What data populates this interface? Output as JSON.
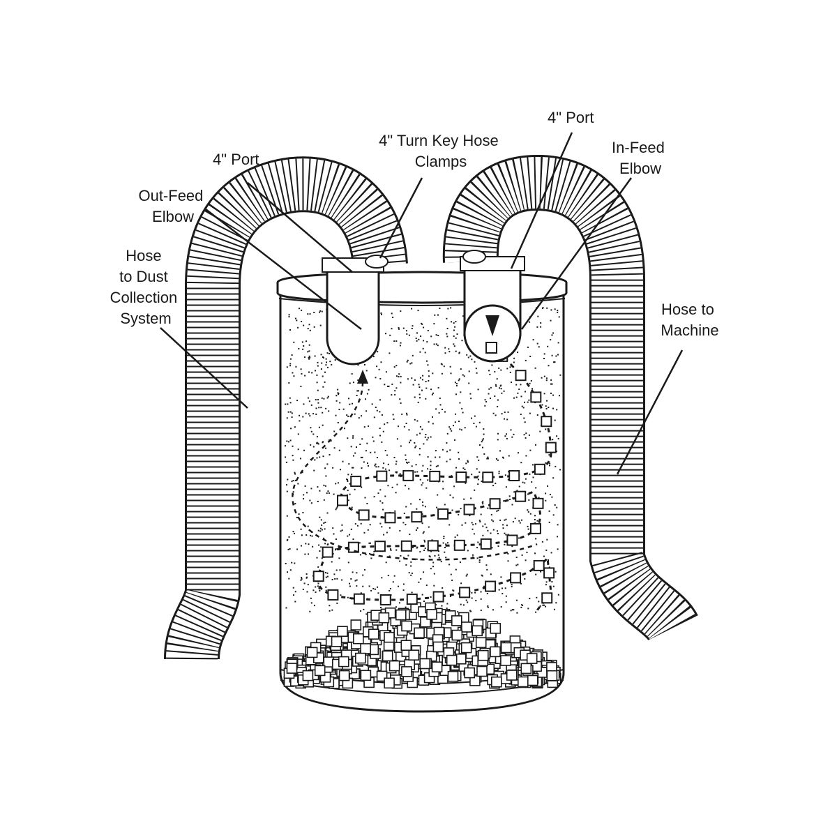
{
  "diagram": {
    "labels": {
      "port_left": "4\" Port",
      "clamps_line1": "4\" Turn Key Hose",
      "clamps_line2": "Clamps",
      "port_right": "4\" Port",
      "infeed_line1": "In-Feed",
      "infeed_line2": "Elbow",
      "outfeed_line1": "Out-Feed",
      "outfeed_line2": "Elbow",
      "hose_dust_line1": "Hose",
      "hose_dust_line2": "to Dust",
      "hose_dust_line3": "Collection",
      "hose_dust_line4": "System",
      "hose_machine_line1": "Hose to",
      "hose_machine_line2": "Machine"
    },
    "colors": {
      "ink": "#1a1a1a",
      "paper": "#ffffff"
    }
  }
}
